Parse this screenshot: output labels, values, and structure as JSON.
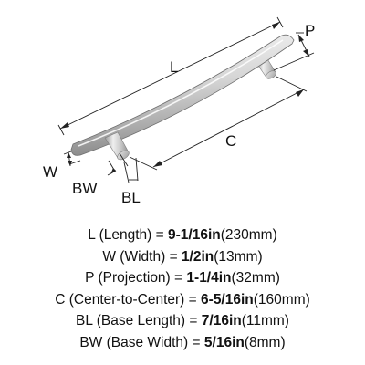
{
  "diagram": {
    "labels": {
      "length": "L",
      "projection": "P",
      "center_to_center": "C",
      "width": "W",
      "base_width": "BW",
      "base_length": "BL"
    },
    "colors": {
      "handle_light": "#f2f2f2",
      "handle_mid": "#cfcfcf",
      "handle_dark": "#8e8e8e",
      "dimension_line": "#222222"
    }
  },
  "specs": [
    {
      "key": "L",
      "desc": "(Length)",
      "eq": "=",
      "value": "9-1/16in",
      "metric": "(230mm)"
    },
    {
      "key": "W",
      "desc": "(Width)",
      "eq": "=",
      "value": "1/2in",
      "metric": "(13mm)"
    },
    {
      "key": "P",
      "desc": "(Projection)",
      "eq": "=",
      "value": "1-1/4in",
      "metric": "(32mm)"
    },
    {
      "key": "C",
      "desc": "(Center-to-Center)",
      "eq": "=",
      "value": "6-5/16in",
      "metric": "(160mm)"
    },
    {
      "key": "BL",
      "desc": "(Base Length)",
      "eq": "=",
      "value": "7/16in",
      "metric": "(11mm)"
    },
    {
      "key": "BW",
      "desc": "(Base Width)",
      "eq": "=",
      "value": "5/16in",
      "metric": "(8mm)"
    }
  ]
}
